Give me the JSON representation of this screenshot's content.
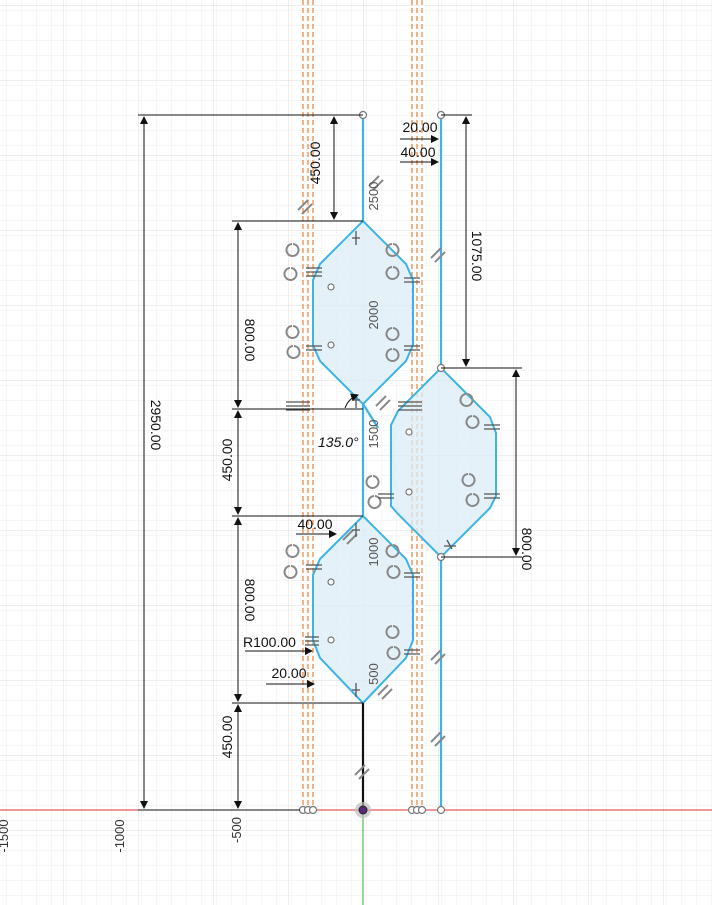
{
  "dimensions": {
    "total_height": "2950.00",
    "d450_top": "450.00",
    "d800_upper": "800.00",
    "d450_mid": "450.00",
    "d800_lower": "800.00",
    "d450_bottom": "450.00",
    "d20_top": "20.00",
    "d40_top": "40.00",
    "d1075": "1075.00",
    "d800_right": "800.00",
    "d40_mid": "40.00",
    "radius": "R100.00",
    "d20_lower": "20.00",
    "angle": "135.0°"
  },
  "sketch_labels": {
    "s2500": "2500",
    "s2000": "2000",
    "s1500": "1500",
    "s1000": "1000",
    "s500": "500"
  },
  "ruler_labels": {
    "r500": "-500",
    "r1000": "-1000",
    "r1500": "-1500"
  },
  "colors": {
    "sketch": "#3cb4e6",
    "fill": "#dcecf7",
    "construction": "#e8833a",
    "axis_x": "#e03030",
    "axis_y": "#30b030",
    "grid": "#e8e8e8",
    "dimension": "#111111"
  }
}
